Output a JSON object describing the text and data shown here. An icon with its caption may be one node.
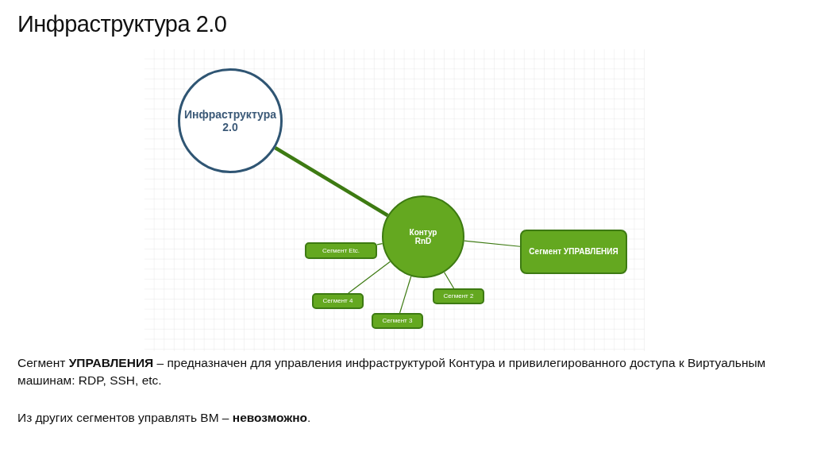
{
  "diagram": {
    "title": "Инфраструктура 2.0",
    "nodes": [
      {
        "text": [
          "Инфраструктура 2.0"
        ]
      },
      {
        "text": [
          "Контур RnD"
        ]
      },
      {
        "text": [
          "Сегмент УПРАВЛЕНИЯ"
        ]
      },
      {
        "text": [
          "Сегмент Etc."
        ]
      },
      {
        "text": [
          "Сегмент 4"
        ]
      },
      {
        "text": [
          "Сегмент 3"
        ]
      },
      {
        "text": [
          "Сегмент 2"
        ]
      }
    ],
    "edges": [
      {
        "from": 0,
        "to": 1,
        "arrow": "none",
        "style": "thick"
      },
      {
        "from": 1,
        "to": 2,
        "arrow": "none"
      },
      {
        "from": 1,
        "to": 3,
        "arrow": "none"
      },
      {
        "from": 1,
        "to": 4,
        "arrow": "none"
      },
      {
        "from": 1,
        "to": 5,
        "arrow": "none"
      },
      {
        "from": 1,
        "to": 6,
        "arrow": "none"
      }
    ],
    "labels": [
      "Сегмент **УПРАВЛЕНИЯ** – предназначен для управления инфраструктурой Контура и привилегированного доступа к Виртуальным машинам: RDP, SSH, etc.",
      "Из других сегментов управлять ВМ – **невозможно**."
    ]
  }
}
